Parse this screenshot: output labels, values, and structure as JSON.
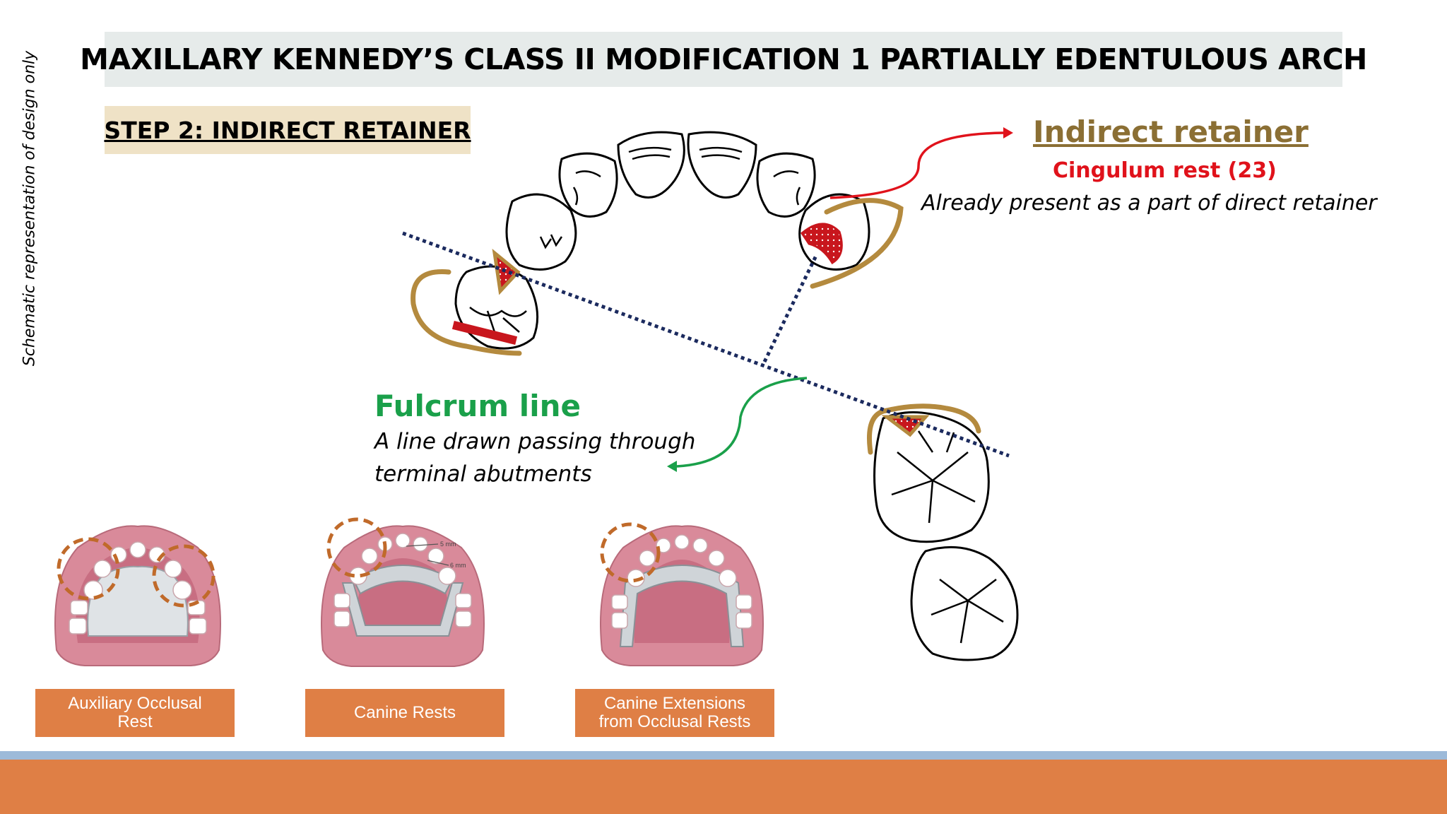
{
  "side_note": "Schematic representation of design only",
  "title": "MAXILLARY KENNEDY’S CLASS II MODIFICATION 1 PARTIALLY EDENTULOUS ARCH",
  "step": "STEP 2: INDIRECT RETAINER",
  "indirect_retainer": {
    "title": "Indirect retainer",
    "subtitle": "Cingulum rest (23)",
    "description": "Already present as a part of direct retainer"
  },
  "fulcrum_line": {
    "title": "Fulcrum line",
    "description_line1": "A line drawn passing through",
    "description_line2": "terminal abutments"
  },
  "thumb_small_labels": [
    "5 mm",
    "6 mm"
  ],
  "rest_examples": [
    {
      "label": "Auxiliary Occlusal Rest"
    },
    {
      "label": "Canine Rests"
    },
    {
      "label": "Canine Extensions from Occlusal Rests"
    }
  ],
  "colors": {
    "clasp_gold": "#b48a3e",
    "rest_red": "#c8161d",
    "fulcrum_dotted": "#1b2a5e",
    "arrow_red": "#e0121b",
    "arrow_green": "#1aa04a",
    "accent_orange": "#df7f45",
    "footer_blue": "#9dbad9"
  }
}
